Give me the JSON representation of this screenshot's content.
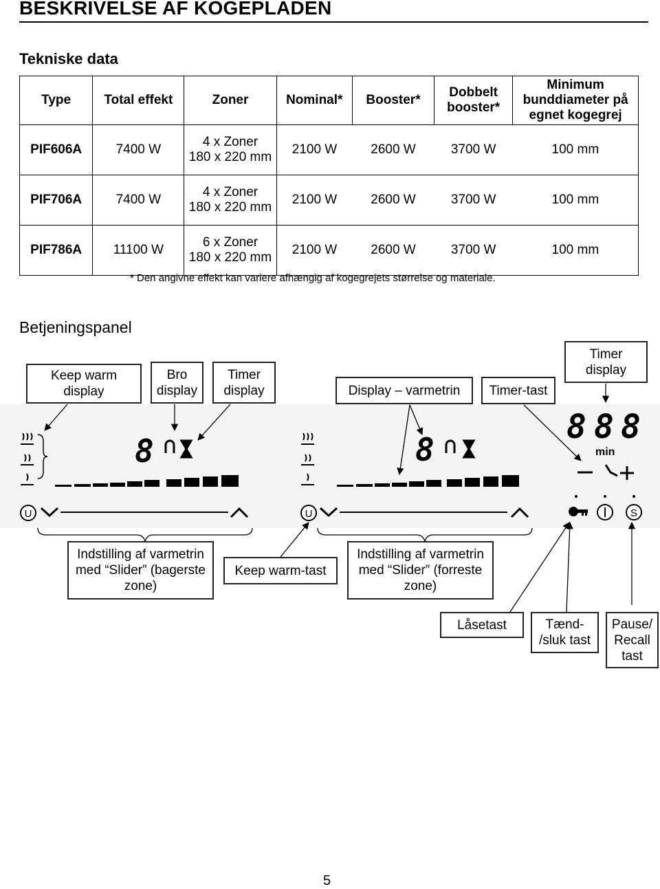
{
  "page": {
    "title": "BESKRIVELSE AF KOGEPLADEN",
    "section_tech": "Tekniske data",
    "section_panel": "Betjeningspanel",
    "page_number": "5"
  },
  "table": {
    "headers": {
      "type": "Type",
      "total": "Total effekt",
      "zones": "Zoner",
      "nominal": "Nominal*",
      "booster": "Booster*",
      "double_1": "Dobbelt",
      "double_2": "booster*",
      "min_1": "Minimum",
      "min_2": "bunddiameter på",
      "min_3": "egnet kogegrej"
    },
    "rows": [
      {
        "type": "PIF606A",
        "total": "7400 W",
        "zones_1": "4 x Zoner",
        "zones_2": "180 x 220 mm",
        "nominal": "2100 W",
        "booster": "2600 W",
        "double": "3700 W",
        "min": "100 mm"
      },
      {
        "type": "PIF706A",
        "total": "7400 W",
        "zones_1": "4 x Zoner",
        "zones_2": "180 x 220 mm",
        "nominal": "2100 W",
        "booster": "2600 W",
        "double": "3700 W",
        "min": "100 mm"
      },
      {
        "type": "PIF786A",
        "total": "11100 W",
        "zones_1": "6 x Zoner",
        "zones_2": "180 x 220 mm",
        "nominal": "2100 W",
        "booster": "2600 W",
        "double": "3700 W",
        "min": "100 mm"
      }
    ],
    "footnote": "* Den angivne effekt kan variere afhængig af kogegrejets størrelse og materiale."
  },
  "labels_top": {
    "keep_warm_1": "Keep warm",
    "keep_warm_2": "display",
    "bro_1": "Bro",
    "bro_2": "display",
    "timer_1": "Timer",
    "timer_2": "display",
    "display_varmetrin": "Display – varmetrin",
    "timer_tast": "Timer-tast",
    "timer_display_1": "Timer",
    "timer_display_2": "display"
  },
  "panel_display": {
    "zone_digit_left": "8",
    "zone_digit_right": "8",
    "timer_digits": [
      "8",
      "8",
      "8"
    ],
    "min_label": "min",
    "minus": "–",
    "plus": "+",
    "power_symbol": "Ⓤ",
    "onoff_symbol": "Ⓘ",
    "pause_symbol": "Ⓢ"
  },
  "labels_bottom": {
    "slider_rear_1": "Indstilling af varmetrin",
    "slider_rear_2": "med “Slider” (bagerste",
    "slider_rear_3": "zone)",
    "keep_warm_key": "Keep warm-tast",
    "slider_front_1": "Indstilling af varmetrin",
    "slider_front_2": "med “Slider” (forreste",
    "slider_front_3": "zone)",
    "lock_key": "Låsetast",
    "onoff_1": "Tænd-",
    "onoff_2": "/sluk tast",
    "pause_1": "Pause/",
    "pause_2": "Recall",
    "pause_3": "tast"
  }
}
